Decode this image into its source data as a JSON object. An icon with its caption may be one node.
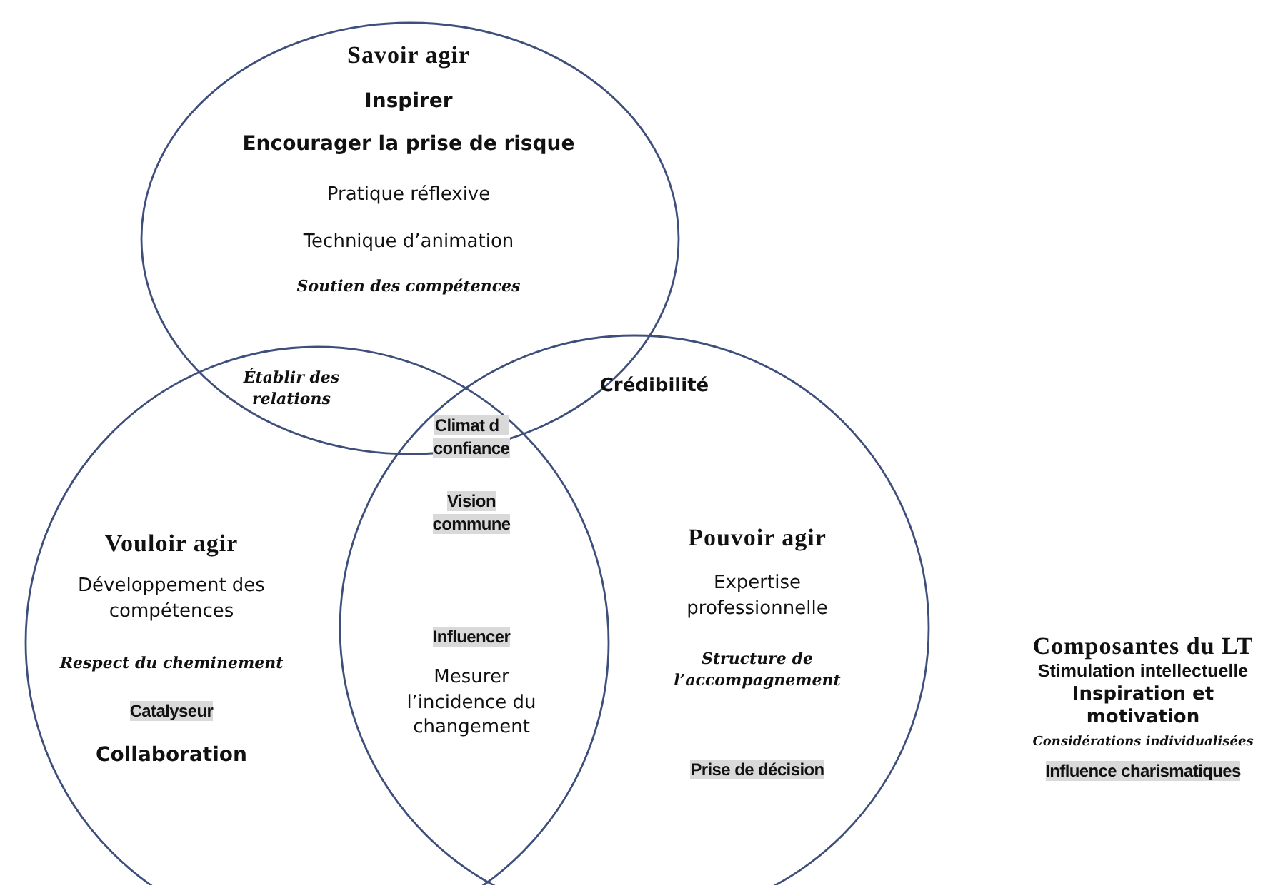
{
  "diagram": {
    "nodes": [
      {
        "text": [
          "Savoir agir",
          "Inspirer",
          "Encourager la prise de risque",
          "Pratique réflexive",
          "Technique d’animation",
          "Soutien des compétences"
        ]
      },
      {
        "text": [
          "Vouloir agir",
          "Développement des compétences",
          "Respect du cheminement",
          "Catalyseur",
          "Collaboration"
        ]
      },
      {
        "text": [
          "Pouvoir agir",
          "Expertise professionnelle",
          "Structure de l’accompagnement",
          "Prise de décision"
        ]
      }
    ],
    "edges": [],
    "labels": [
      "Établir des relations",
      "Crédibilité",
      "Climat d_ confiance",
      "Vision commune",
      "Influencer",
      "Mesurer l’incidence du changement",
      "Composantes du LT",
      "Stimulation intellectuelle",
      "Inspiration et motivation",
      "Considérations individualisées",
      "Influence charismatiques"
    ]
  }
}
